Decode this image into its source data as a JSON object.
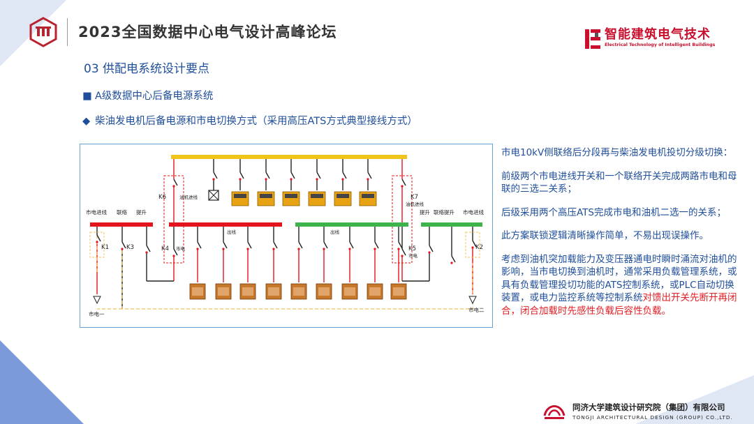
{
  "header": {
    "title": "2023全国数据中心电气设计高峰论坛",
    "brand_cn": "智能建筑电气技术",
    "brand_en": "Electrical Technology of Intelligent Buildings"
  },
  "section_title": "03  供配电系统设计要点",
  "bullets": [
    {
      "marker": "■",
      "text": "A级数据中心后备电源系统"
    },
    {
      "marker": "◆",
      "text": "柴油发电机后备电源和市电切换方式（采用高压ATS方式典型接线方式）"
    }
  ],
  "diagram": {
    "labels": {
      "k1": "K1",
      "k2": "K2",
      "k3": "K3",
      "k4": "K4",
      "k5": "K5",
      "k6": "K6",
      "k7": "K7",
      "city_in_left": "市电进线",
      "tie_left": "联络",
      "lift_left": "提升",
      "gen_in_left": "油机进线",
      "gen_in_right": "油机进线",
      "lift_right": "提升",
      "tie_lift_right": "联络提升",
      "city_in_right": "市电进线",
      "outgoing_left": "出线",
      "outgoing_right": "出线",
      "city_left": "市电",
      "city_right": "市电",
      "city_one": "市电一",
      "city_two": "市电二"
    },
    "colors": {
      "gen_bus": "#f0c419",
      "red_bus": "#e3141b",
      "green_bus": "#3cb44b",
      "genset": "#e8a315",
      "transformer": "#c8782a"
    }
  },
  "right_paragraphs": [
    [
      {
        "t": "市电10kV侧联络后分段再与柴油发电机投切分级切换：",
        "red": false
      }
    ],
    [
      {
        "t": "前级两个市电进线开关和一个联络开关完成两路市电和母联的三选二关系；",
        "red": false
      }
    ],
    [
      {
        "t": "后级采用两个高压ATS完成市电和油机二选一的关系；",
        "red": false
      }
    ],
    [
      {
        "t": "此方案联锁逻辑清晰操作简单，不易出现误操作。",
        "red": false
      }
    ],
    [
      {
        "t": "考虑到油机突加载能力及变压器通电时瞬时涌流对油机的影响，当市电切换到油机时，通常采用负载管理系统，或具有负载管理投切功能的ATS控制系统，或PLC自动切换装置，或电力监控系统等控制系统",
        "red": false
      },
      {
        "t": "对馈出开关先断开再闭合，闭合加载时先感性负载后容性负载。",
        "red": true
      }
    ]
  ],
  "footer": {
    "cn": "同济大学建筑设计研究院（集团）有限公司",
    "en": "TONGJI ARCHITECTURAL DESIGN (GROUP) CO.,LTD."
  }
}
